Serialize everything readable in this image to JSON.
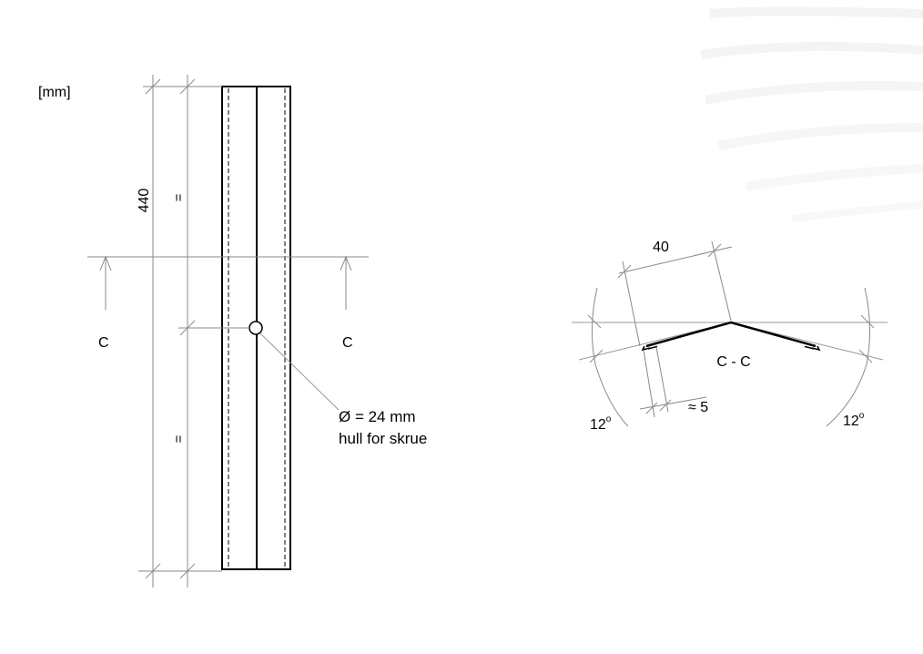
{
  "units_label": "[mm]",
  "elevation": {
    "length_dim": "440",
    "equal_upper": "=",
    "equal_lower": "=",
    "section_left": "C",
    "section_right": "C",
    "hole_line1": "Ø = 24 mm",
    "hole_line2": "hull for skrue"
  },
  "section": {
    "title": "C - C",
    "width_dim": "40",
    "fold_dim": "≈ 5",
    "angle_left": "12",
    "angle_right": "12",
    "degree_mark": "o"
  }
}
